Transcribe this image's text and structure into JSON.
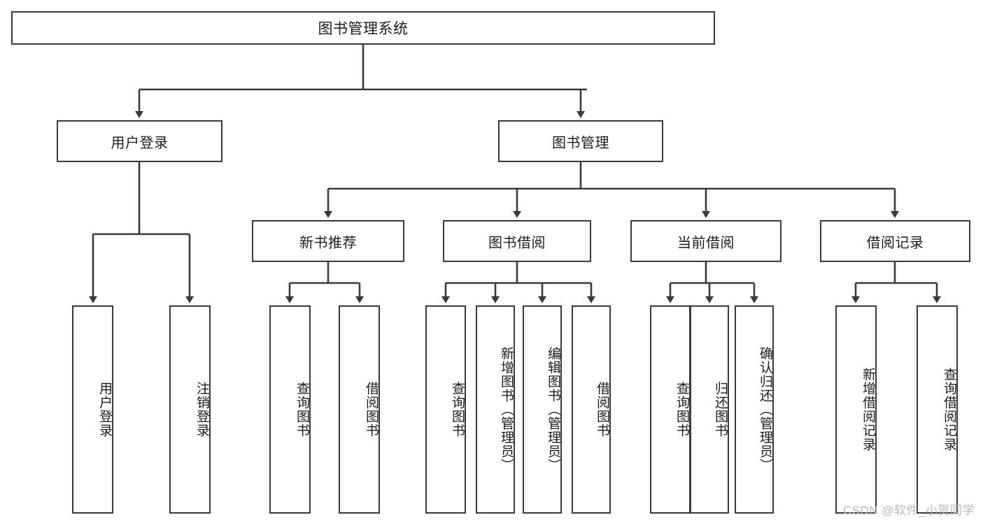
{
  "diagram": {
    "title": "图书管理系统",
    "type": "tree-hierarchy-chart",
    "colors": {
      "box_stroke": "#3a3a3a",
      "box_fill": "#ffffff",
      "edge": "#3a3a3a",
      "text": "#1c1c1c",
      "watermark": "#b8b8b8",
      "background": "#ffffff"
    },
    "watermark": "CSDN @软件_小贺同学",
    "nodes": {
      "root": {
        "label": "图书管理系统"
      },
      "level2": [
        {
          "id": "user-login",
          "label": "用户登录"
        },
        {
          "id": "book-manage",
          "label": "图书管理"
        }
      ],
      "level3": [
        {
          "id": "new-book-recommend",
          "label": "新书推荐"
        },
        {
          "id": "book-borrow",
          "label": "图书借阅"
        },
        {
          "id": "current-borrow",
          "label": "当前借阅"
        },
        {
          "id": "borrow-record",
          "label": "借阅记录"
        }
      ],
      "leaves": {
        "user_login": [
          {
            "id": "leaf-user-login",
            "label": "用户登录"
          },
          {
            "id": "leaf-logout-login",
            "label": "注销登录"
          }
        ],
        "new_book_recommend": [
          {
            "id": "leaf-query-book-1",
            "label": "查询图书"
          },
          {
            "id": "leaf-borrow-book-1",
            "label": "借阅图书"
          }
        ],
        "book_borrow": [
          {
            "id": "leaf-query-book-2",
            "label": "查询图书"
          },
          {
            "id": "leaf-add-book",
            "label": "新增图书（管理员）"
          },
          {
            "id": "leaf-edit-book",
            "label": "编辑图书（管理员）"
          },
          {
            "id": "leaf-borrow-book-2",
            "label": "借阅图书"
          }
        ],
        "current_borrow": [
          {
            "id": "leaf-query-book-3",
            "label": "查询图书"
          },
          {
            "id": "leaf-return-book",
            "label": "归还图书"
          },
          {
            "id": "leaf-confirm-return",
            "label": "确认归还（管理员）"
          }
        ],
        "borrow_record": [
          {
            "id": "leaf-add-record",
            "label": "新增借阅记录"
          },
          {
            "id": "leaf-query-record",
            "label": "查询借阅记录"
          }
        ]
      }
    }
  }
}
